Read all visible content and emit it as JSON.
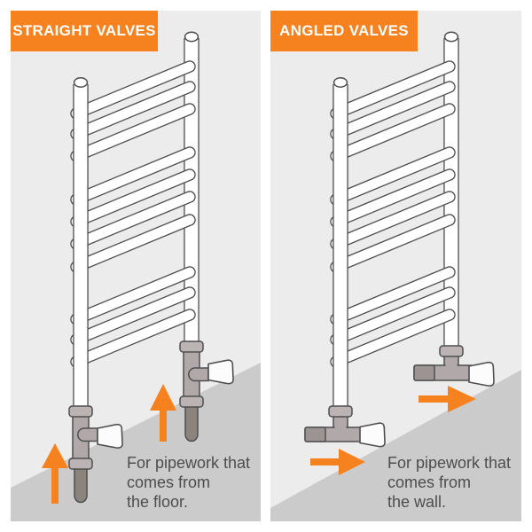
{
  "colors": {
    "accent_orange": "#f5821f",
    "panel_background": "#ececec",
    "floor_wedge": "#cbcbcb",
    "outline": "#4e4e50",
    "radiator_white": "#ffffff",
    "valve_gray": "#b1a9a9",
    "collar_gray": "#bcb4b4",
    "pipe_taupe": "#8b847d",
    "wall_stub_dark": "#9c9492",
    "handle_white": "#fcfcfc",
    "caption_text": "#4d4d4d"
  },
  "panels": [
    {
      "header": "STRAIGHT VALVES",
      "caption_lines": [
        "For pipework that",
        "comes from",
        "the floor."
      ],
      "valve_type": "straight",
      "arrow_icon": "up-arrow",
      "arrow_count": 2,
      "radiator_rungs": 10
    },
    {
      "header": "ANGLED VALVES",
      "caption_lines": [
        "For pipework that",
        "comes from",
        "the wall."
      ],
      "valve_type": "angled",
      "arrow_icon": "right-arrow",
      "arrow_count": 2,
      "radiator_rungs": 10
    }
  ]
}
